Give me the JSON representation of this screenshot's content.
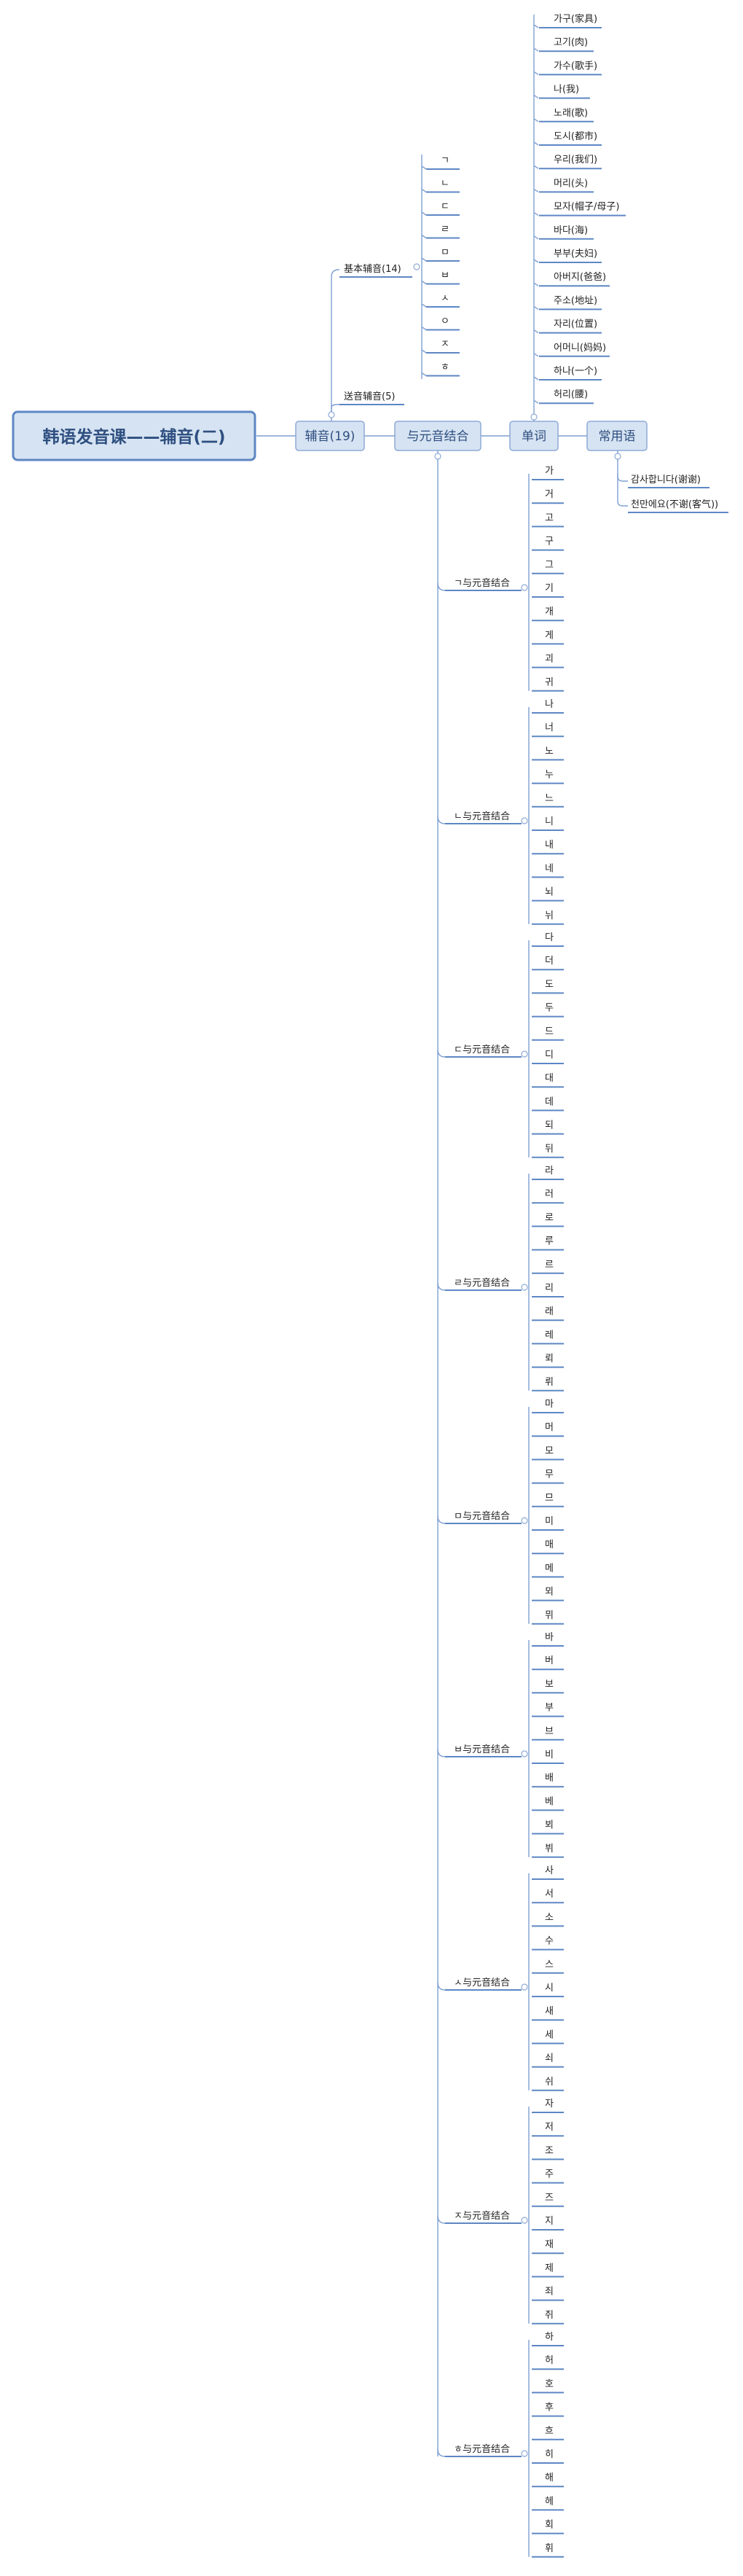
{
  "root": "韩语发音课——辅音(二)",
  "branches": {
    "consonants": "辅音(19)",
    "vowel_combo": "与元音结合",
    "words": "单词",
    "phrases": "常用语"
  },
  "consonants": {
    "basic_label": "基本辅音(14)",
    "basic_items": [
      "ㄱ",
      "ㄴ",
      "ㄷ",
      "ㄹ",
      "ㅁ",
      "ㅂ",
      "ㅅ",
      "ㅇ",
      "ㅈ",
      "ㅎ"
    ],
    "aspirated_label": "送音辅音(5)"
  },
  "words": [
    "가구(家具)",
    "고기(肉)",
    "가수(歌手)",
    "나(我)",
    "노래(歌)",
    "도시(都市)",
    "우리(我们)",
    "머리(头)",
    "모자(帽子/母子)",
    "바다(海)",
    "부부(夫妇)",
    "아버지(爸爸)",
    "주소(地址)",
    "자리(位置)",
    "어머니(妈妈)",
    "하나(一个)",
    "허리(腰)"
  ],
  "phrases": [
    "감사합니다(谢谢)",
    "천만에요(不谢(客气))"
  ],
  "vowel_groups": [
    {
      "label": "ㄱ与元音结合",
      "items": [
        "가",
        "거",
        "고",
        "구",
        "그",
        "기",
        "개",
        "게",
        "괴",
        "귀"
      ]
    },
    {
      "label": "ㄴ与元音结合",
      "items": [
        "나",
        "너",
        "노",
        "누",
        "느",
        "니",
        "내",
        "네",
        "뇌",
        "뉘"
      ]
    },
    {
      "label": "ㄷ与元音结合",
      "items": [
        "다",
        "더",
        "도",
        "두",
        "드",
        "디",
        "대",
        "데",
        "되",
        "뒤"
      ]
    },
    {
      "label": "ㄹ与元音结合",
      "items": [
        "라",
        "러",
        "로",
        "루",
        "르",
        "리",
        "래",
        "레",
        "뢰",
        "뤼"
      ]
    },
    {
      "label": "ㅁ与元音结合",
      "items": [
        "마",
        "머",
        "모",
        "무",
        "므",
        "미",
        "매",
        "메",
        "뫼",
        "뮈"
      ]
    },
    {
      "label": "ㅂ与元音结合",
      "items": [
        "바",
        "버",
        "보",
        "부",
        "브",
        "비",
        "배",
        "베",
        "뵈",
        "뷔"
      ]
    },
    {
      "label": "ㅅ与元音结合",
      "items": [
        "사",
        "서",
        "소",
        "수",
        "스",
        "시",
        "새",
        "세",
        "쇠",
        "쉬"
      ]
    },
    {
      "label": "ㅈ与元音结合",
      "items": [
        "자",
        "저",
        "조",
        "주",
        "즈",
        "지",
        "재",
        "제",
        "죄",
        "쥐"
      ]
    },
    {
      "label": "ㅎ与元音结合",
      "items": [
        "하",
        "허",
        "호",
        "후",
        "흐",
        "히",
        "해",
        "헤",
        "회",
        "휘"
      ]
    }
  ]
}
